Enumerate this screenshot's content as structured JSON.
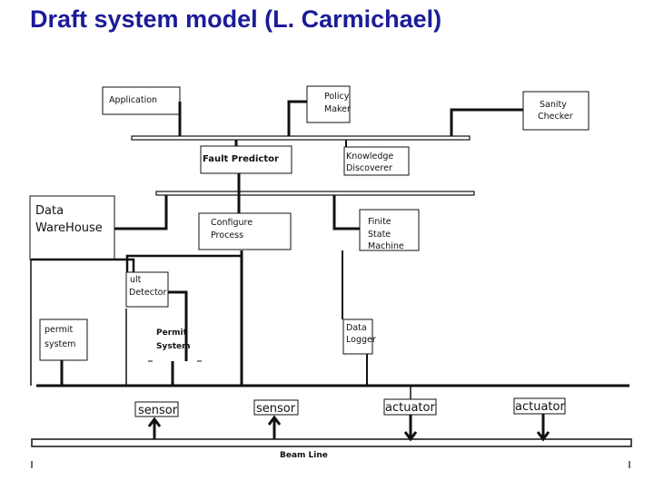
{
  "slide": {
    "title": "Draft system model (L. Carmichael)"
  },
  "diagram": {
    "application": "Application",
    "policy_maker": [
      "Policy",
      "Maker"
    ],
    "sanity_checker": [
      "Sanity",
      "Checker"
    ],
    "fault_predictor": "Fault Predictor",
    "knowledge_discoverer": [
      "Knowledge",
      "Discoverer"
    ],
    "data_warehouse": [
      "Data",
      "WareHouse"
    ],
    "configure_process": [
      "Configure",
      "Process"
    ],
    "finite_state_machine": [
      "Finite",
      "State",
      "Machine"
    ],
    "fault_detector": [
      "ult",
      "Detector"
    ],
    "permit_system_left": [
      "permit",
      "system"
    ],
    "permit_system_right": [
      "Permit",
      "System"
    ],
    "data_logger": [
      "Data",
      "Logger"
    ],
    "sensor_1": "sensor",
    "sensor_2": "sensor",
    "actuator_1": "actuator",
    "actuator_2": "actuator",
    "beam_line": "Beam Line"
  }
}
